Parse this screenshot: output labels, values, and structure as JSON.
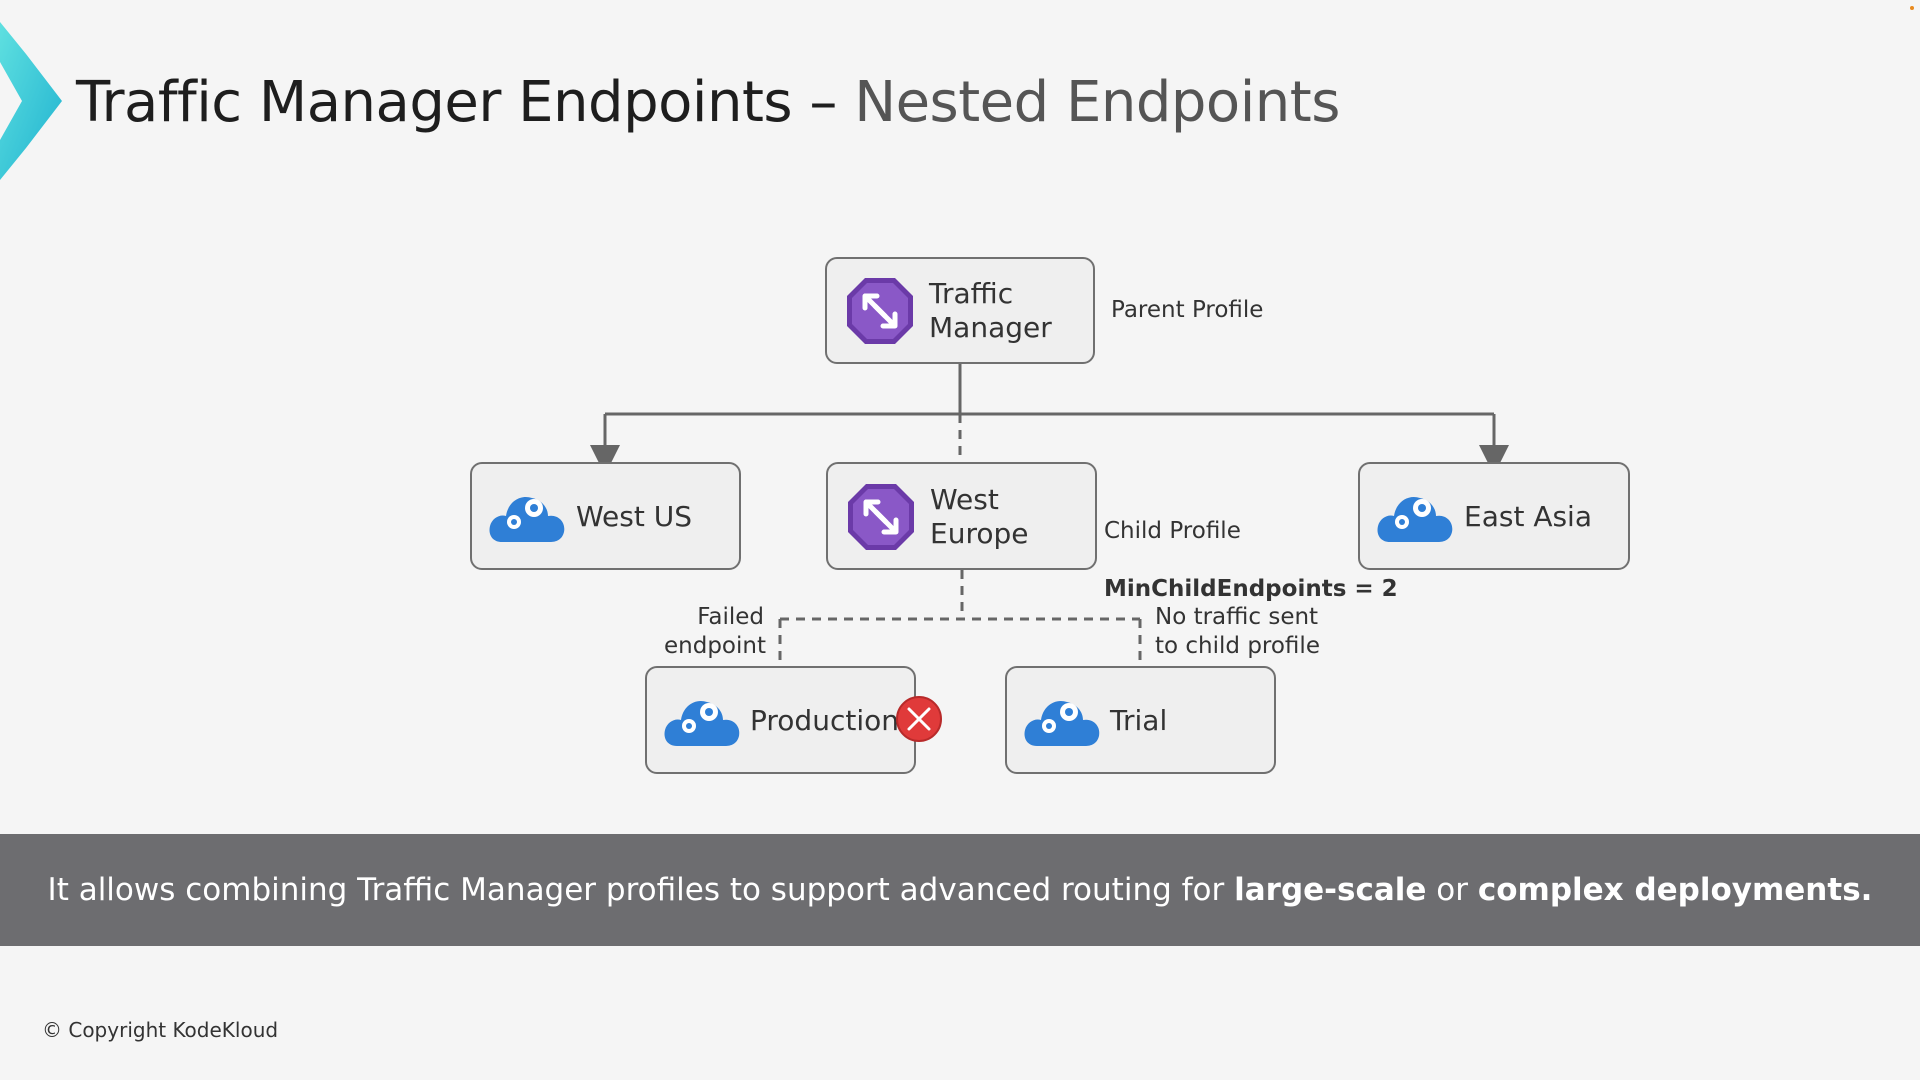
{
  "slide": {
    "title_main": "Traffic Manager Endpoints – ",
    "title_sub": "Nested Endpoints"
  },
  "diagram": {
    "nodes": {
      "traffic_manager": {
        "label": "Traffic\nManager",
        "icon": "traffic-manager-icon"
      },
      "west_us": {
        "label": "West US",
        "icon": "cloud-service-icon"
      },
      "west_europe": {
        "label": "West\nEurope",
        "icon": "traffic-manager-icon"
      },
      "east_asia": {
        "label": "East Asia",
        "icon": "cloud-service-icon"
      },
      "production": {
        "label": "Production",
        "icon": "cloud-service-icon",
        "status_icon": "error-x-icon"
      },
      "trial": {
        "label": "Trial",
        "icon": "cloud-service-icon"
      }
    },
    "notes": {
      "parent_profile": "Parent Profile",
      "child_profile": "Child Profile",
      "min_child_endpoints": "MinChildEndpoints = 2",
      "failed_endpoint": "Failed\nendpoint",
      "no_traffic": "No traffic sent\nto child profile"
    }
  },
  "banner": {
    "text_a": "It allows combining Traffic Manager profiles to support advanced routing for ",
    "bold_a": "large-scale",
    "text_b": " or ",
    "bold_b": "complex deployments."
  },
  "footer": {
    "copyright": "© Copyright KodeKloud"
  },
  "colors": {
    "accent": "#2ec4d6",
    "traffic_manager_icon": "#6b3aa8",
    "cloud_icon": "#2f7fd6",
    "error": "#e03a3a",
    "banner_bg": "#6d6d70",
    "line": "#666666"
  }
}
